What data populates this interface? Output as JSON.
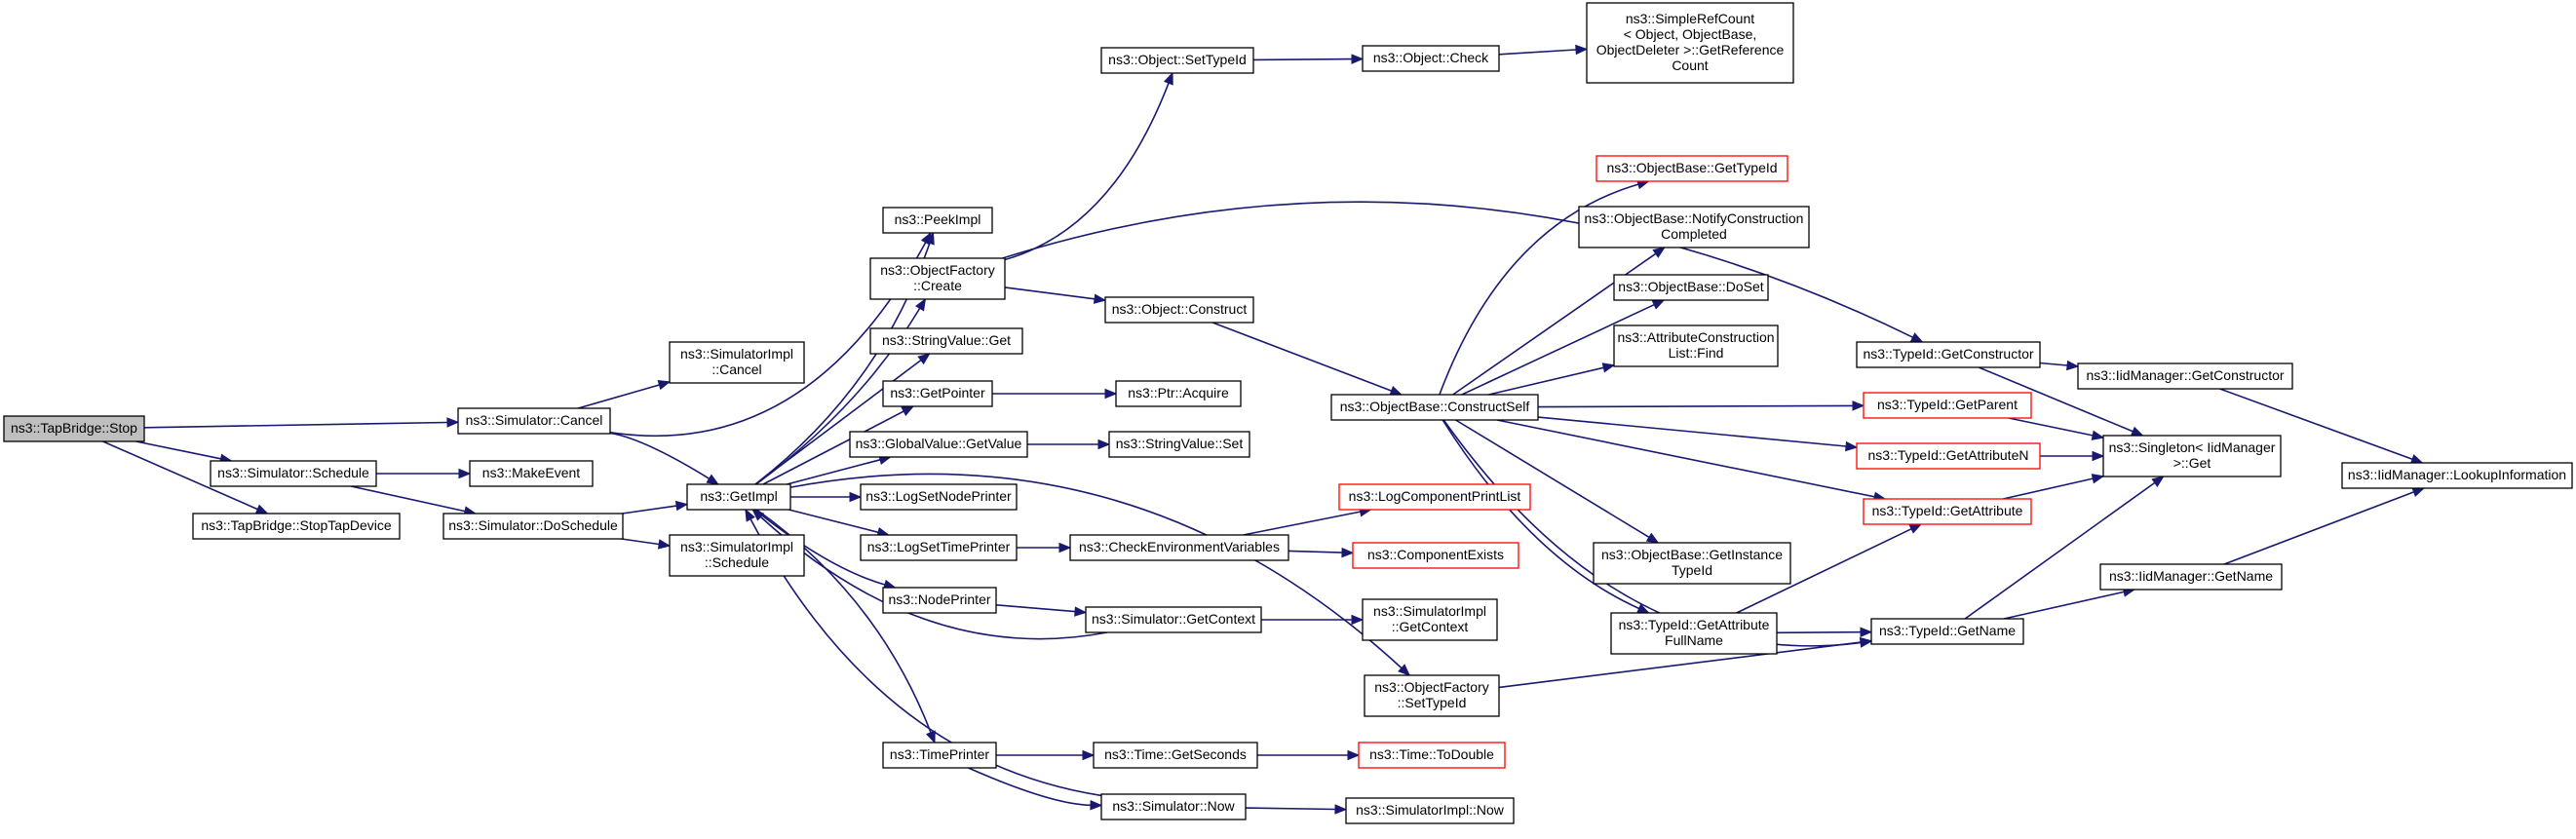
{
  "graph": {
    "nodes": [
      {
        "id": "tapbridge_stop",
        "lines": [
          "ns3::TapBridge::Stop"
        ],
        "style": "root"
      },
      {
        "id": "sim_cancel",
        "lines": [
          "ns3::Simulator::Cancel"
        ],
        "style": "normal"
      },
      {
        "id": "sim_schedule",
        "lines": [
          "ns3::Simulator::Schedule"
        ],
        "style": "normal"
      },
      {
        "id": "tapbridge_stoptap",
        "lines": [
          "ns3::TapBridge::StopTapDevice"
        ],
        "style": "normal"
      },
      {
        "id": "simimpl_cancel",
        "lines": [
          "ns3::SimulatorImpl",
          "::Cancel"
        ],
        "style": "normal"
      },
      {
        "id": "makeevent",
        "lines": [
          "ns3::MakeEvent"
        ],
        "style": "normal"
      },
      {
        "id": "sim_doschedule",
        "lines": [
          "ns3::Simulator::DoSchedule"
        ],
        "style": "normal"
      },
      {
        "id": "getimpl",
        "lines": [
          "ns3::GetImpl"
        ],
        "style": "normal"
      },
      {
        "id": "simimpl_schedule",
        "lines": [
          "ns3::SimulatorImpl",
          "::Schedule"
        ],
        "style": "normal"
      },
      {
        "id": "peekimpl",
        "lines": [
          "ns3::PeekImpl"
        ],
        "style": "normal"
      },
      {
        "id": "objfactory_create",
        "lines": [
          "ns3::ObjectFactory",
          "::Create"
        ],
        "style": "normal"
      },
      {
        "id": "stringvalue_get",
        "lines": [
          "ns3::StringValue::Get"
        ],
        "style": "normal"
      },
      {
        "id": "getpointer",
        "lines": [
          "ns3::GetPointer"
        ],
        "style": "normal"
      },
      {
        "id": "globalvalue_getvalue",
        "lines": [
          "ns3::GlobalValue::GetValue"
        ],
        "style": "normal"
      },
      {
        "id": "logsetnodeprinter",
        "lines": [
          "ns3::LogSetNodePrinter"
        ],
        "style": "normal"
      },
      {
        "id": "logsettimeprinter",
        "lines": [
          "ns3::LogSetTimePrinter"
        ],
        "style": "normal"
      },
      {
        "id": "nodeprinter",
        "lines": [
          "ns3::NodePrinter"
        ],
        "style": "normal"
      },
      {
        "id": "timeprinter",
        "lines": [
          "ns3::TimePrinter"
        ],
        "style": "normal"
      },
      {
        "id": "object_settypeid",
        "lines": [
          "ns3::Object::SetTypeId"
        ],
        "style": "normal"
      },
      {
        "id": "object_check",
        "lines": [
          "ns3::Object::Check"
        ],
        "style": "normal"
      },
      {
        "id": "simplerefcount",
        "lines": [
          "ns3::SimpleRefCount",
          "< Object, ObjectBase,",
          "ObjectDeleter >::GetReference",
          "Count"
        ],
        "style": "normal"
      },
      {
        "id": "object_construct",
        "lines": [
          "ns3::Object::Construct"
        ],
        "style": "normal"
      },
      {
        "id": "ptr_acquire",
        "lines": [
          "ns3::Ptr::Acquire"
        ],
        "style": "normal"
      },
      {
        "id": "stringvalue_set",
        "lines": [
          "ns3::StringValue::Set"
        ],
        "style": "normal"
      },
      {
        "id": "checkenv",
        "lines": [
          "ns3::CheckEnvironmentVariables"
        ],
        "style": "normal"
      },
      {
        "id": "sim_getcontext",
        "lines": [
          "ns3::Simulator::GetContext"
        ],
        "style": "normal"
      },
      {
        "id": "time_getseconds",
        "lines": [
          "ns3::Time::GetSeconds"
        ],
        "style": "normal"
      },
      {
        "id": "sim_now",
        "lines": [
          "ns3::Simulator::Now"
        ],
        "style": "normal"
      },
      {
        "id": "objbase_constructself",
        "lines": [
          "ns3::ObjectBase::ConstructSelf"
        ],
        "style": "normal"
      },
      {
        "id": "objbase_gettypeid",
        "lines": [
          "ns3::ObjectBase::GetTypeId"
        ],
        "style": "red"
      },
      {
        "id": "objbase_notify",
        "lines": [
          "ns3::ObjectBase::NotifyConstruction",
          "Completed"
        ],
        "style": "normal"
      },
      {
        "id": "objbase_doset",
        "lines": [
          "ns3::ObjectBase::DoSet"
        ],
        "style": "normal"
      },
      {
        "id": "attrconstr_find",
        "lines": [
          "ns3::AttributeConstruction",
          "List::Find"
        ],
        "style": "normal"
      },
      {
        "id": "logcomponentprintlist",
        "lines": [
          "ns3::LogComponentPrintList"
        ],
        "style": "red"
      },
      {
        "id": "componentexists",
        "lines": [
          "ns3::ComponentExists"
        ],
        "style": "red"
      },
      {
        "id": "objbase_getinstancetypeid",
        "lines": [
          "ns3::ObjectBase::GetInstance",
          "TypeId"
        ],
        "style": "normal"
      },
      {
        "id": "simimpl_getcontext",
        "lines": [
          "ns3::SimulatorImpl",
          "::GetContext"
        ],
        "style": "normal"
      },
      {
        "id": "objfactory_settypeid",
        "lines": [
          "ns3::ObjectFactory",
          "::SetTypeId"
        ],
        "style": "normal"
      },
      {
        "id": "time_todouble",
        "lines": [
          "ns3::Time::ToDouble"
        ],
        "style": "red"
      },
      {
        "id": "simimpl_now",
        "lines": [
          "ns3::SimulatorImpl::Now"
        ],
        "style": "normal"
      },
      {
        "id": "typeid_getconstructor",
        "lines": [
          "ns3::TypeId::GetConstructor"
        ],
        "style": "normal"
      },
      {
        "id": "typeid_getparent",
        "lines": [
          "ns3::TypeId::GetParent"
        ],
        "style": "red"
      },
      {
        "id": "typeid_getattributen",
        "lines": [
          "ns3::TypeId::GetAttributeN"
        ],
        "style": "red"
      },
      {
        "id": "typeid_getattribute",
        "lines": [
          "ns3::TypeId::GetAttribute"
        ],
        "style": "red"
      },
      {
        "id": "typeid_getattributefullname",
        "lines": [
          "ns3::TypeId::GetAttribute",
          "FullName"
        ],
        "style": "normal"
      },
      {
        "id": "typeid_getname",
        "lines": [
          "ns3::TypeId::GetName"
        ],
        "style": "normal"
      },
      {
        "id": "iidmanager_getconstructor",
        "lines": [
          "ns3::IidManager::GetConstructor"
        ],
        "style": "normal"
      },
      {
        "id": "singleton_get",
        "lines": [
          "ns3::Singleton< IidManager",
          ">::Get"
        ],
        "style": "normal"
      },
      {
        "id": "iidmanager_getname",
        "lines": [
          "ns3::IidManager::GetName"
        ],
        "style": "normal"
      },
      {
        "id": "iidmanager_lookupinfo",
        "lines": [
          "ns3::IidManager::LookupInformation"
        ],
        "style": "normal"
      }
    ],
    "edges": [
      [
        "tapbridge_stop",
        "sim_cancel"
      ],
      [
        "tapbridge_stop",
        "sim_schedule"
      ],
      [
        "tapbridge_stop",
        "tapbridge_stoptap"
      ],
      [
        "sim_cancel",
        "simimpl_cancel"
      ],
      [
        "sim_cancel",
        "peekimpl"
      ],
      [
        "sim_cancel",
        "getimpl"
      ],
      [
        "sim_schedule",
        "makeevent"
      ],
      [
        "sim_schedule",
        "sim_doschedule"
      ],
      [
        "sim_doschedule",
        "getimpl"
      ],
      [
        "sim_doschedule",
        "simimpl_schedule"
      ],
      [
        "getimpl",
        "peekimpl"
      ],
      [
        "getimpl",
        "objfactory_create"
      ],
      [
        "getimpl",
        "stringvalue_get"
      ],
      [
        "getimpl",
        "getpointer"
      ],
      [
        "getimpl",
        "globalvalue_getvalue"
      ],
      [
        "getimpl",
        "logsetnodeprinter"
      ],
      [
        "getimpl",
        "logsettimeprinter"
      ],
      [
        "getimpl",
        "nodeprinter"
      ],
      [
        "getimpl",
        "objfactory_settypeid"
      ],
      [
        "getimpl",
        "timeprinter"
      ],
      [
        "objfactory_create",
        "object_settypeid"
      ],
      [
        "objfactory_create",
        "object_construct"
      ],
      [
        "objfactory_create",
        "typeid_getconstructor"
      ],
      [
        "object_settypeid",
        "object_check"
      ],
      [
        "object_check",
        "simplerefcount"
      ],
      [
        "object_construct",
        "objbase_constructself"
      ],
      [
        "getpointer",
        "ptr_acquire"
      ],
      [
        "globalvalue_getvalue",
        "stringvalue_set"
      ],
      [
        "logsettimeprinter",
        "checkenv"
      ],
      [
        "checkenv",
        "logcomponentprintlist"
      ],
      [
        "checkenv",
        "componentexists"
      ],
      [
        "nodeprinter",
        "sim_getcontext"
      ],
      [
        "sim_getcontext",
        "simimpl_getcontext"
      ],
      [
        "sim_getcontext",
        "getimpl"
      ],
      [
        "timeprinter",
        "time_getseconds"
      ],
      [
        "timeprinter",
        "sim_now"
      ],
      [
        "time_getseconds",
        "time_todouble"
      ],
      [
        "sim_now",
        "simimpl_now"
      ],
      [
        "sim_now",
        "getimpl"
      ],
      [
        "objbase_constructself",
        "objbase_gettypeid"
      ],
      [
        "objbase_constructself",
        "objbase_notify"
      ],
      [
        "objbase_constructself",
        "objbase_doset"
      ],
      [
        "objbase_constructself",
        "attrconstr_find"
      ],
      [
        "objbase_constructself",
        "typeid_getparent"
      ],
      [
        "objbase_constructself",
        "typeid_getattributen"
      ],
      [
        "objbase_constructself",
        "typeid_getattribute"
      ],
      [
        "objbase_constructself",
        "objbase_getinstancetypeid"
      ],
      [
        "objbase_constructself",
        "typeid_getattributefullname"
      ],
      [
        "objbase_constructself",
        "typeid_getname"
      ],
      [
        "objfactory_settypeid",
        "typeid_getname"
      ],
      [
        "typeid_getattributefullname",
        "typeid_getattribute"
      ],
      [
        "typeid_getattributefullname",
        "typeid_getname"
      ],
      [
        "typeid_getconstructor",
        "iidmanager_getconstructor"
      ],
      [
        "typeid_getconstructor",
        "singleton_get"
      ],
      [
        "typeid_getparent",
        "singleton_get"
      ],
      [
        "typeid_getattributen",
        "singleton_get"
      ],
      [
        "typeid_getattribute",
        "singleton_get"
      ],
      [
        "typeid_getname",
        "singleton_get"
      ],
      [
        "typeid_getname",
        "iidmanager_getname"
      ],
      [
        "iidmanager_getconstructor",
        "iidmanager_lookupinfo"
      ],
      [
        "iidmanager_getname",
        "iidmanager_lookupinfo"
      ]
    ]
  }
}
